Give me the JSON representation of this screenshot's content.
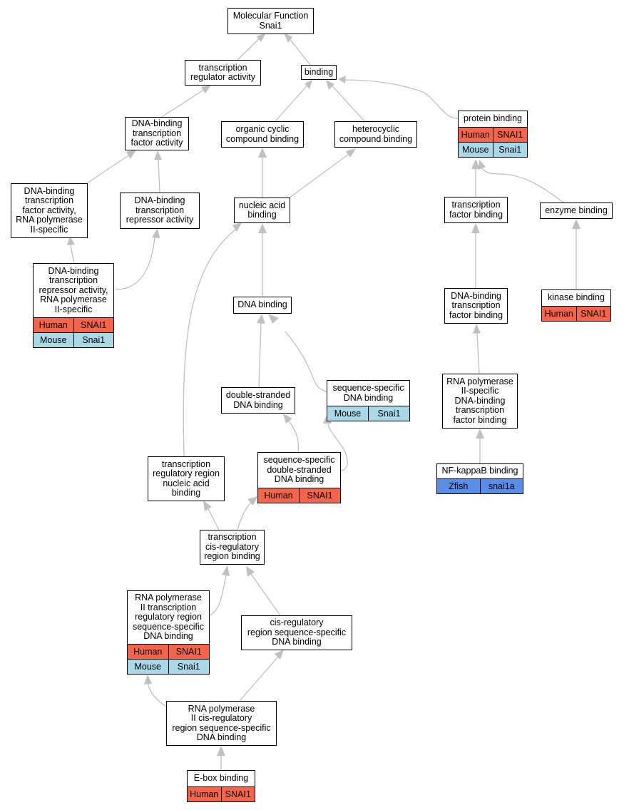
{
  "diagram": {
    "colors": {
      "edge": "#c0c0c0",
      "node_border": "#000000",
      "Human": "#f6644a",
      "Mouse": "#a9d9e8",
      "Zfish": "#5a8de8"
    },
    "nodes": {
      "n_mf": {
        "label": "Molecular Function\nSnai1",
        "annotations": []
      },
      "n_tra": {
        "label": "transcription\nregulator activity",
        "annotations": []
      },
      "n_binding": {
        "label": "binding",
        "annotations": []
      },
      "n_dbtfa": {
        "label": "DNA-binding\ntranscription\nfactor activity",
        "annotations": []
      },
      "n_occb": {
        "label": "organic cyclic\ncompound binding",
        "annotations": []
      },
      "n_hcb": {
        "label": "heterocyclic\ncompound binding",
        "annotations": []
      },
      "n_pb": {
        "label": "protein binding",
        "annotations": [
          {
            "species": "Human",
            "gene": "SNAI1"
          },
          {
            "species": "Mouse",
            "gene": "Snai1"
          }
        ]
      },
      "n_dbtfa_rna": {
        "label": "DNA-binding\ntranscription\nfactor activity,\nRNA polymerase\nII-specific",
        "annotations": []
      },
      "n_dbtra": {
        "label": "DNA-binding\ntranscription\nrepressor activity",
        "annotations": []
      },
      "n_nab": {
        "label": "nucleic acid\nbinding",
        "annotations": []
      },
      "n_tfb": {
        "label": "transcription\nfactor binding",
        "annotations": []
      },
      "n_eb": {
        "label": "enzyme binding",
        "annotations": []
      },
      "n_dbtra_rna": {
        "label": "DNA-binding\ntranscription\nrepressor activity,\nRNA polymerase\nII-specific",
        "annotations": [
          {
            "species": "Human",
            "gene": "SNAI1"
          },
          {
            "species": "Mouse",
            "gene": "Snai1"
          }
        ]
      },
      "n_dnab": {
        "label": "DNA binding",
        "annotations": []
      },
      "n_dbtfb": {
        "label": "DNA-binding\ntranscription\nfactor binding",
        "annotations": []
      },
      "n_kb": {
        "label": "kinase binding",
        "annotations": [
          {
            "species": "Human",
            "gene": "SNAI1"
          }
        ]
      },
      "n_dsdb": {
        "label": "double-stranded\nDNA binding",
        "annotations": []
      },
      "n_ssdb": {
        "label": "sequence-specific\nDNA binding",
        "annotations": [
          {
            "species": "Mouse",
            "gene": "Snai1"
          }
        ]
      },
      "n_rnadbtfb": {
        "label": "RNA polymerase\nII-specific\nDNA-binding\ntranscription\nfactor binding",
        "annotations": []
      },
      "n_trrnab": {
        "label": "transcription\nregulatory region\nnucleic acid\nbinding",
        "annotations": []
      },
      "n_ssdsdb": {
        "label": "sequence-specific\ndouble-stranded\nDNA binding",
        "annotations": [
          {
            "species": "Human",
            "gene": "SNAI1"
          }
        ]
      },
      "n_nfkb": {
        "label": "NF-kappaB binding",
        "annotations": [
          {
            "species": "Zfish",
            "gene": "snai1a"
          }
        ]
      },
      "n_tcrrb": {
        "label": "transcription\ncis-regulatory\nregion binding",
        "annotations": []
      },
      "n_rna2tr": {
        "label": "RNA polymerase\nII transcription\nregulatory region\nsequence-specific\nDNA binding",
        "annotations": [
          {
            "species": "Human",
            "gene": "SNAI1"
          },
          {
            "species": "Mouse",
            "gene": "Snai1"
          }
        ]
      },
      "n_crssdb": {
        "label": "cis-regulatory\nregion sequence-specific\nDNA binding",
        "annotations": []
      },
      "n_rna2cr": {
        "label": "RNA polymerase\nII cis-regulatory\nregion sequence-specific\nDNA binding",
        "annotations": []
      },
      "n_ebox": {
        "label": "E-box binding",
        "annotations": [
          {
            "species": "Human",
            "gene": "SNAI1"
          }
        ]
      }
    },
    "edges": [
      {
        "from": "n_tra",
        "to": "n_mf"
      },
      {
        "from": "n_binding",
        "to": "n_mf"
      },
      {
        "from": "n_dbtfa",
        "to": "n_tra"
      },
      {
        "from": "n_occb",
        "to": "n_binding"
      },
      {
        "from": "n_hcb",
        "to": "n_binding"
      },
      {
        "from": "n_pb",
        "to": "n_binding"
      },
      {
        "from": "n_dbtfa_rna",
        "to": "n_dbtfa"
      },
      {
        "from": "n_dbtra",
        "to": "n_dbtfa"
      },
      {
        "from": "n_nab",
        "to": "n_occb"
      },
      {
        "from": "n_nab",
        "to": "n_hcb"
      },
      {
        "from": "n_tfb",
        "to": "n_pb"
      },
      {
        "from": "n_eb",
        "to": "n_pb"
      },
      {
        "from": "n_dbtra_rna",
        "to": "n_dbtfa_rna"
      },
      {
        "from": "n_dbtra_rna",
        "to": "n_dbtra"
      },
      {
        "from": "n_dnab",
        "to": "n_nab"
      },
      {
        "from": "n_dbtfb",
        "to": "n_tfb"
      },
      {
        "from": "n_kb",
        "to": "n_eb"
      },
      {
        "from": "n_dsdb",
        "to": "n_dnab"
      },
      {
        "from": "n_ssdb",
        "to": "n_dnab"
      },
      {
        "from": "n_rnadbtfb",
        "to": "n_dbtfb"
      },
      {
        "from": "n_trrnab",
        "to": "n_nab"
      },
      {
        "from": "n_ssdsdb",
        "to": "n_dsdb"
      },
      {
        "from": "n_ssdsdb",
        "to": "n_ssdb"
      },
      {
        "from": "n_nfkb",
        "to": "n_rnadbtfb"
      },
      {
        "from": "n_tcrrb",
        "to": "n_trrnab"
      },
      {
        "from": "n_tcrrb",
        "to": "n_ssdsdb"
      },
      {
        "from": "n_rna2tr",
        "to": "n_tcrrb"
      },
      {
        "from": "n_crssdb",
        "to": "n_tcrrb"
      },
      {
        "from": "n_rna2cr",
        "to": "n_rna2tr"
      },
      {
        "from": "n_rna2cr",
        "to": "n_crssdb"
      },
      {
        "from": "n_ebox",
        "to": "n_rna2cr"
      }
    ]
  }
}
